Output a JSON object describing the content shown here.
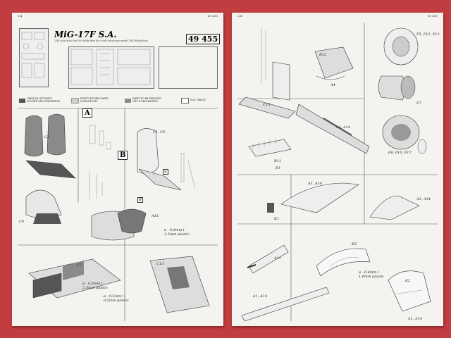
{
  "left_page": {
    "page_number": "1/4",
    "corner_number": "49 455",
    "title": "MiG-17F S.A.",
    "subtitle": "1/48 scale detail set for Hobby Boss kit • sada detailu pro model 1/48 Hobby Boss",
    "code": "49 455",
    "legend": [
      {
        "text": "ORIGINAL KIT PARTS POUŽITÉ DÍLY STAVEBNICE",
        "color": "#555555"
      },
      {
        "text": "PHOTO-ETCHED PARTS LEPTANÉ DÍLY",
        "color": "#cfcfcf"
      },
      {
        "text": "PARTS TO BE REMOVED DÍLY K ODSTRANĚNÍ",
        "color": "#8a8a8a"
      },
      {
        "text": "FILL TMELIT",
        "color": "#ffffff"
      }
    ],
    "labels": {
      "a": "A",
      "b": "B",
      "c3": "C3",
      "c4": "C4",
      "c1c6": "C1, C6",
      "a_small": "A",
      "b_small": "B",
      "a15": "A15",
      "c7": "C7",
      "c13": "C13",
      "note1": "ø - 0,6mm l - 2,5mm plastic",
      "note2": "ø - 0,5mm l - 0,5mm plastic",
      "note3": "ø - 0,8mm l - 1,5mm plastic"
    }
  },
  "right_page": {
    "page_number": "2/4",
    "corner_number": "49 455",
    "labels": {
      "c15": "C15",
      "a4": "A4",
      "b11": "B11",
      "a1a14_1": "A1, A14",
      "b12": "B12",
      "e1": "E1",
      "f5f11f12": "F5, F11, F12",
      "f7": "F7",
      "f6": "F6, F10, F17",
      "a1a14_2": "A1, A14",
      "a1a14_3": "A1, A14",
      "k1": "K1",
      "a11": "A11",
      "k5": "K5",
      "k2": "K2",
      "a1a14_4": "A1, A14",
      "a1a14_5": "A1, A14",
      "note4": "ø - 0,6mm l - 1,0mm plastic"
    }
  }
}
